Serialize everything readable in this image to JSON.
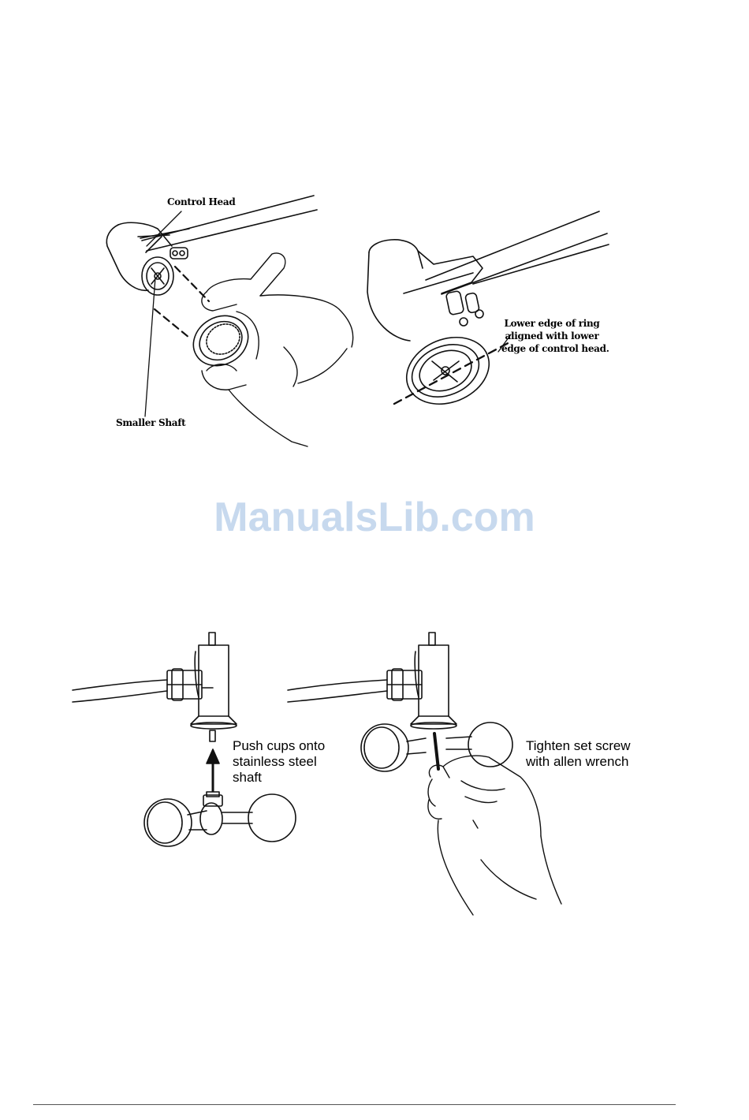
{
  "figure_top": {
    "label_control_head": "Control Head",
    "label_smaller_shaft": "Smaller Shaft",
    "label_ring_line1": "Lower edge of ring",
    "label_ring_line2": "aligned with lower",
    "label_ring_line3": "edge of control head."
  },
  "watermark": "ManualsLib.com",
  "figure_bottom": {
    "label_push_line1": "Push cups onto",
    "label_push_line2": "stainless steel",
    "label_push_line3": "shaft",
    "label_tighten_line1": "Tighten set screw",
    "label_tighten_line2": "with allen wrench"
  }
}
